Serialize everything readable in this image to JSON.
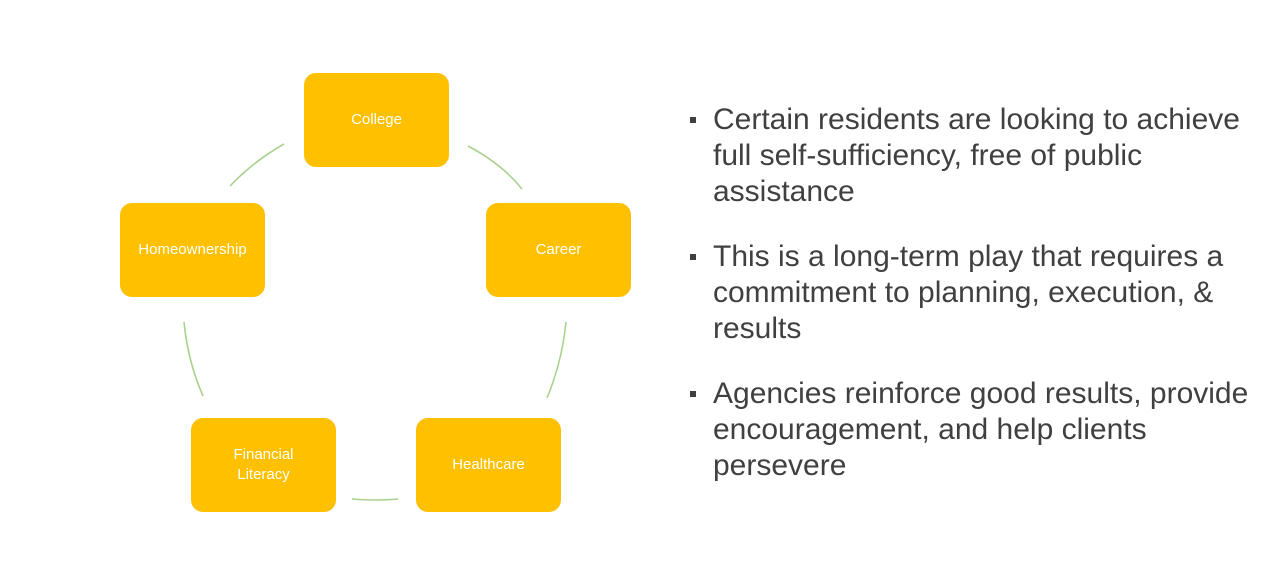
{
  "diagram": {
    "nodes": [
      {
        "id": "college",
        "label": "College"
      },
      {
        "id": "career",
        "label": "Career"
      },
      {
        "id": "healthcare",
        "label": "Healthcare"
      },
      {
        "id": "financial",
        "label": "Financial\nLiteracy"
      },
      {
        "id": "homeownership",
        "label": "Homeownership"
      }
    ],
    "node_color": "#ffc000",
    "connector_color": "#a9d18e"
  },
  "bullets": [
    "Certain residents are looking to achieve full self-sufficiency, free of public assistance",
    "This is a long-term play that requires a commitment to planning, execution, & results",
    "Agencies reinforce good results, provide encouragement, and help clients persevere"
  ]
}
